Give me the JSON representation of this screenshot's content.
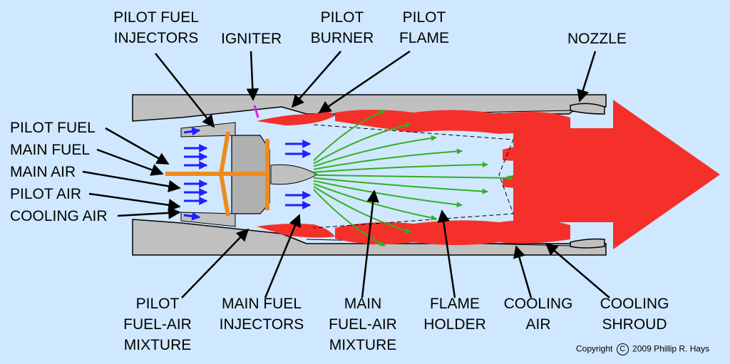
{
  "labels": {
    "pilot_fuel_injectors": [
      "PILOT FUEL",
      "INJECTORS"
    ],
    "igniter": "IGNITER",
    "pilot_burner": [
      "PILOT",
      "BURNER"
    ],
    "pilot_flame": [
      "PILOT",
      "FLAME"
    ],
    "nozzle": "NOZZLE",
    "pilot_fuel": "PILOT FUEL",
    "main_fuel": "MAIN FUEL",
    "main_air": "MAIN AIR",
    "pilot_air": "PILOT AIR",
    "cooling_air_left": "COOLING AIR",
    "pilot_fuel_air_mixture": [
      "PILOT",
      "FUEL-AIR",
      "MIXTURE"
    ],
    "main_fuel_injectors": [
      "MAIN FUEL",
      "INJECTORS"
    ],
    "main_fuel_air_mixture": [
      "MAIN",
      "FUEL-AIR",
      "MIXTURE"
    ],
    "flame_holder": [
      "FLAME",
      "HOLDER"
    ],
    "cooling_air_bottom": [
      "COOLING",
      "AIR"
    ],
    "cooling_shroud": [
      "COOLING",
      "SHROUD"
    ]
  },
  "copyright": {
    "prefix": "Copyright",
    "symbol": "C",
    "suffix": "2009 Phillip R. Hays"
  },
  "colors": {
    "background": "#cfe8ff",
    "casing": "#c0c0c0",
    "flame": "#f5302a",
    "fuel": "#f08a1c",
    "air": "#2020ff",
    "mixture": "#30b020",
    "igniter": "#e020e0"
  }
}
